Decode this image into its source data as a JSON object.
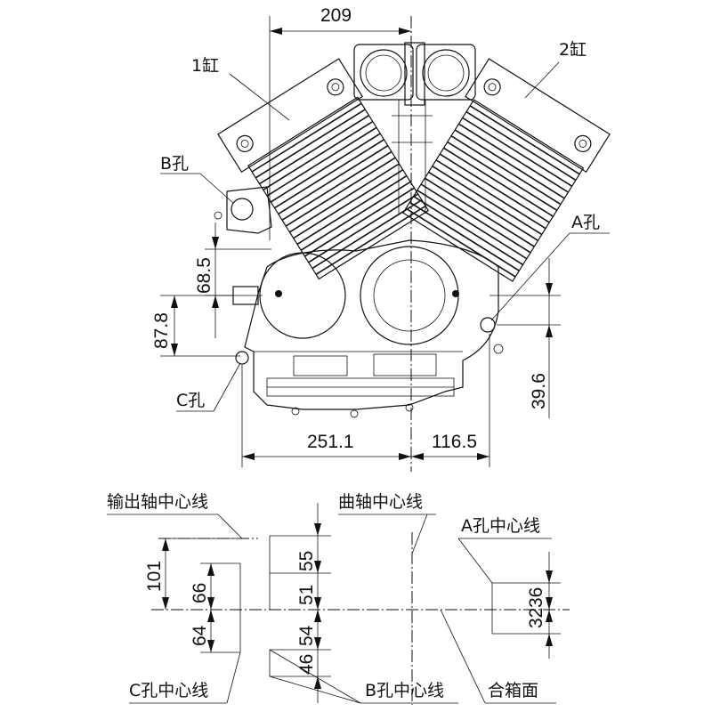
{
  "top_view": {
    "dims": {
      "width_top": "209",
      "height_b": "68.5",
      "height_c": "87.8",
      "height_a": "39.6",
      "left_span": "251.1",
      "right_span": "116.5"
    },
    "labels": {
      "cyl1": "1缸",
      "cyl2": "2缸",
      "hole_b": "B孔",
      "hole_a": "A孔",
      "hole_c": "C孔"
    }
  },
  "lower_view": {
    "labels": {
      "output_shaft": "输出轴中心线",
      "crank_shaft": "曲轴中心线",
      "a_center": "A孔中心线",
      "c_center": "C孔中心线",
      "b_center": "B孔中心线",
      "case_face": "合箱面"
    },
    "dims": {
      "d101": "101",
      "d66": "66",
      "d64": "64",
      "d55": "55",
      "d51": "51",
      "d54": "54",
      "d46": "46",
      "d32": "32",
      "d36": "36"
    }
  }
}
